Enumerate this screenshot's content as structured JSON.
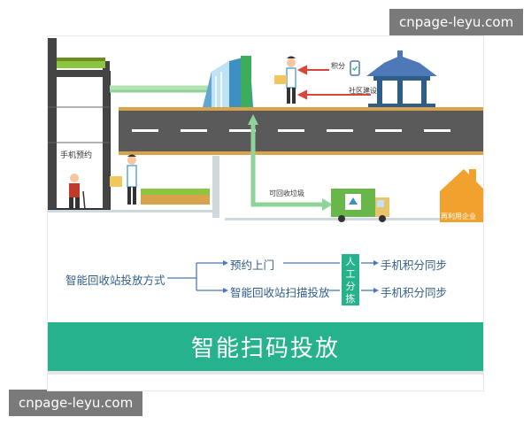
{
  "watermarks": {
    "top_right": "cnpage-leyu.com",
    "bottom_left": "cnpage-leyu.com"
  },
  "scene": {
    "label_phone_booking": "手机预约",
    "label_points": "积分",
    "label_community": "社区建设",
    "label_recyclable": "可回收垃圾",
    "label_reuse_company": "再利用企业"
  },
  "flow": {
    "root": "智能回收站投放方式",
    "branch_1": "预约上门",
    "branch_2": "智能回收站扫描投放",
    "manual_sorting": "人工分拣",
    "result_1": "手机积分同步",
    "result_2": "手机积分同步"
  },
  "banner": {
    "title": "智能扫码投放"
  },
  "colors": {
    "green": "#27b28e",
    "road": "#5a5a5a",
    "road_edge": "#d8a34b",
    "house": "#f0a12e",
    "truck": "#69b64a",
    "pavilion": "#4d79b8"
  }
}
